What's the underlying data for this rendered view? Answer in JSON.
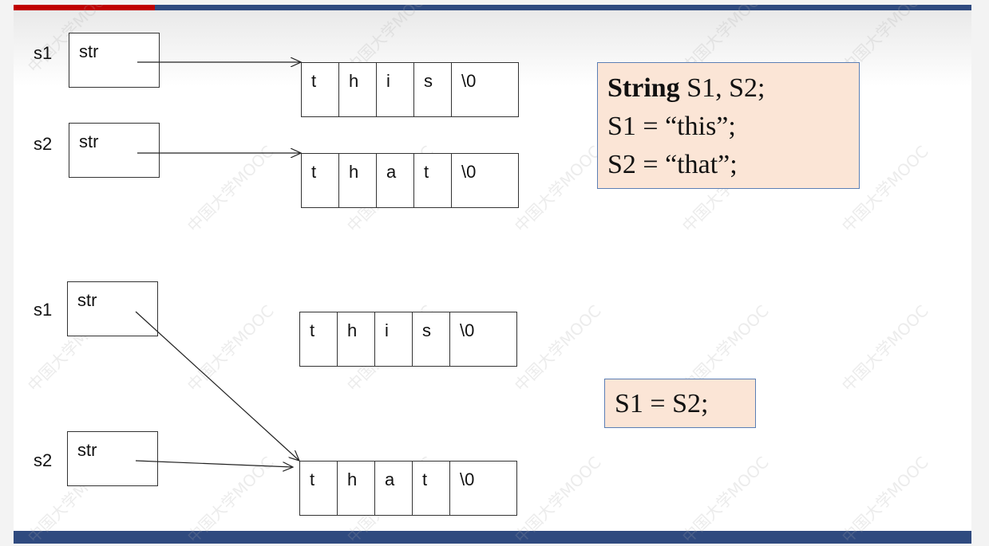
{
  "colors": {
    "accent_red": "#c00000",
    "accent_blue": "#2f4a7f",
    "code_bg": "#fbe5d6",
    "code_border": "#5b7fb5"
  },
  "watermark": "中国大学MOOC",
  "top": {
    "s1": {
      "label": "s1",
      "field": "str",
      "cells": [
        "t",
        "h",
        "i",
        "s",
        "\\0"
      ]
    },
    "s2": {
      "label": "s2",
      "field": "str",
      "cells": [
        "t",
        "h",
        "a",
        "t",
        "\\0"
      ]
    }
  },
  "bottom": {
    "s1": {
      "label": "s1",
      "field": "str"
    },
    "s2": {
      "label": "s2",
      "field": "str"
    },
    "arr_this": [
      "t",
      "h",
      "i",
      "s",
      "\\0"
    ],
    "arr_that": [
      "t",
      "h",
      "a",
      "t",
      "\\0"
    ]
  },
  "code1": {
    "keyword": "String",
    "decl_rest": " S1, S2;",
    "line2": "S1 = “this”;",
    "line3": "S2 = “that”;"
  },
  "code2": {
    "line1": "S1 = S2;"
  }
}
